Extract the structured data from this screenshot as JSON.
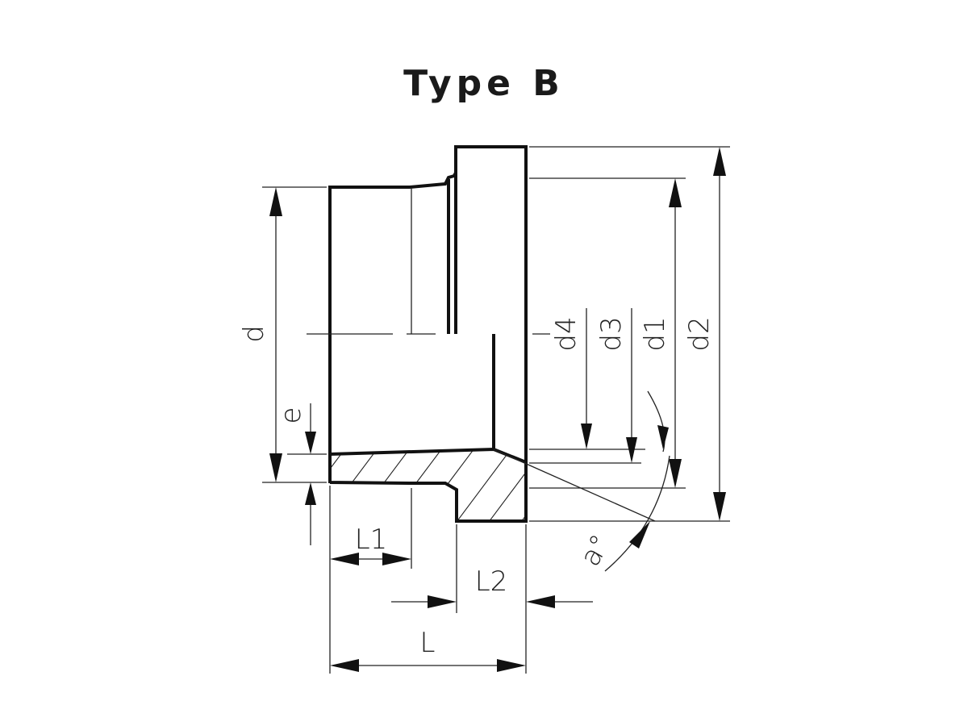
{
  "title": "Type B",
  "labels": {
    "d": "d",
    "d1": "d1",
    "d2": "d2",
    "d3": "d3",
    "d4": "d4",
    "e": "e",
    "L": "L",
    "L1": "L1",
    "L2": "L2",
    "angle": "a°"
  }
}
